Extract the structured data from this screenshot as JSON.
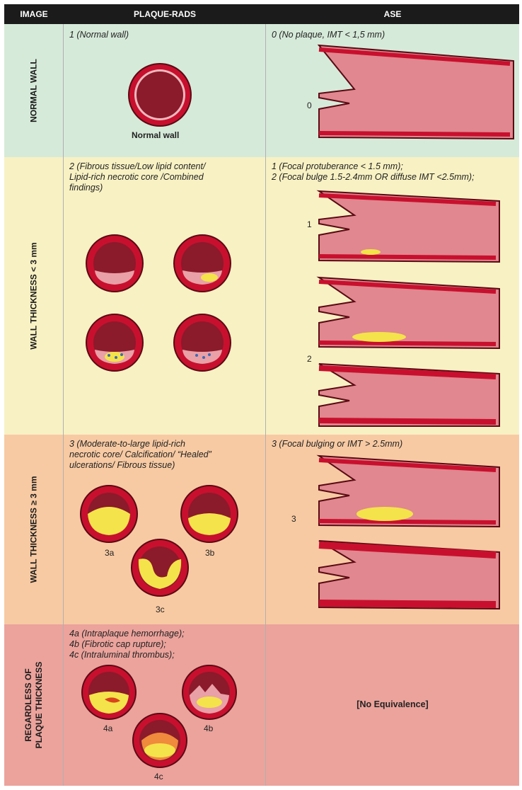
{
  "headers": {
    "image": "IMAGE",
    "plaque_rads": "PLAQUE-RADS",
    "ase": "ASE"
  },
  "rows": [
    {
      "image": "NORMAL WALL",
      "plaque_rads_text": [
        "1 (Normal wall)"
      ],
      "ase_text": [
        "0 (No plaque, IMT < 1,5 mm)"
      ],
      "vessel_label": "Normal wall",
      "ase_markers": [
        "0"
      ],
      "bg": "#d6ead9"
    },
    {
      "image": "WALL THICKNESS < 3 mm",
      "plaque_rads_text": [
        "2 (Fibrous tissue/Low lipid content/",
        "Lipid-rich necrotic core /Combined",
        "findings)"
      ],
      "ase_text": [
        "1 (Focal protuberance < 1.5 mm);",
        "2 (Focal bulge 1.5-2.4mm OR diffuse IMT <2.5mm);"
      ],
      "ase_markers": [
        "1",
        "2"
      ],
      "bg": "#f8f1c3"
    },
    {
      "image": "WALL THICKNESS ≥ 3 mm",
      "plaque_rads_text": [
        "3 (Moderate-to-large lipid-rich",
        "necrotic core/ Calcification/ “Healed”",
        "ulcerations/ Fibrous tissue)"
      ],
      "ase_text": [
        "3 (Focal bulging or IMT > 2.5mm)"
      ],
      "vessel_labels": [
        "3a",
        "3b",
        "3c"
      ],
      "ase_markers": [
        "3"
      ],
      "bg": "#f7caa3"
    },
    {
      "image": [
        "REGARDLESS OF",
        "PLAQUE THICKNESS"
      ],
      "plaque_rads_text": [
        "4a (Intraplaque hemorrhage);",
        "4b (Fibrotic cap rupture);",
        "4c (Intraluminal thrombus);"
      ],
      "vessel_labels": [
        "4a",
        "4b",
        "4c"
      ],
      "ase_result": "[No Equivalence]",
      "bg": "#eba39c"
    }
  ],
  "colors": {
    "wall": "#c8102e",
    "lumen": "#8b1a2b",
    "intima": "#e9a0a6",
    "plaque": "#f4e34a",
    "vessel_fill": "#e0878f",
    "outline": "#5a0a14"
  }
}
